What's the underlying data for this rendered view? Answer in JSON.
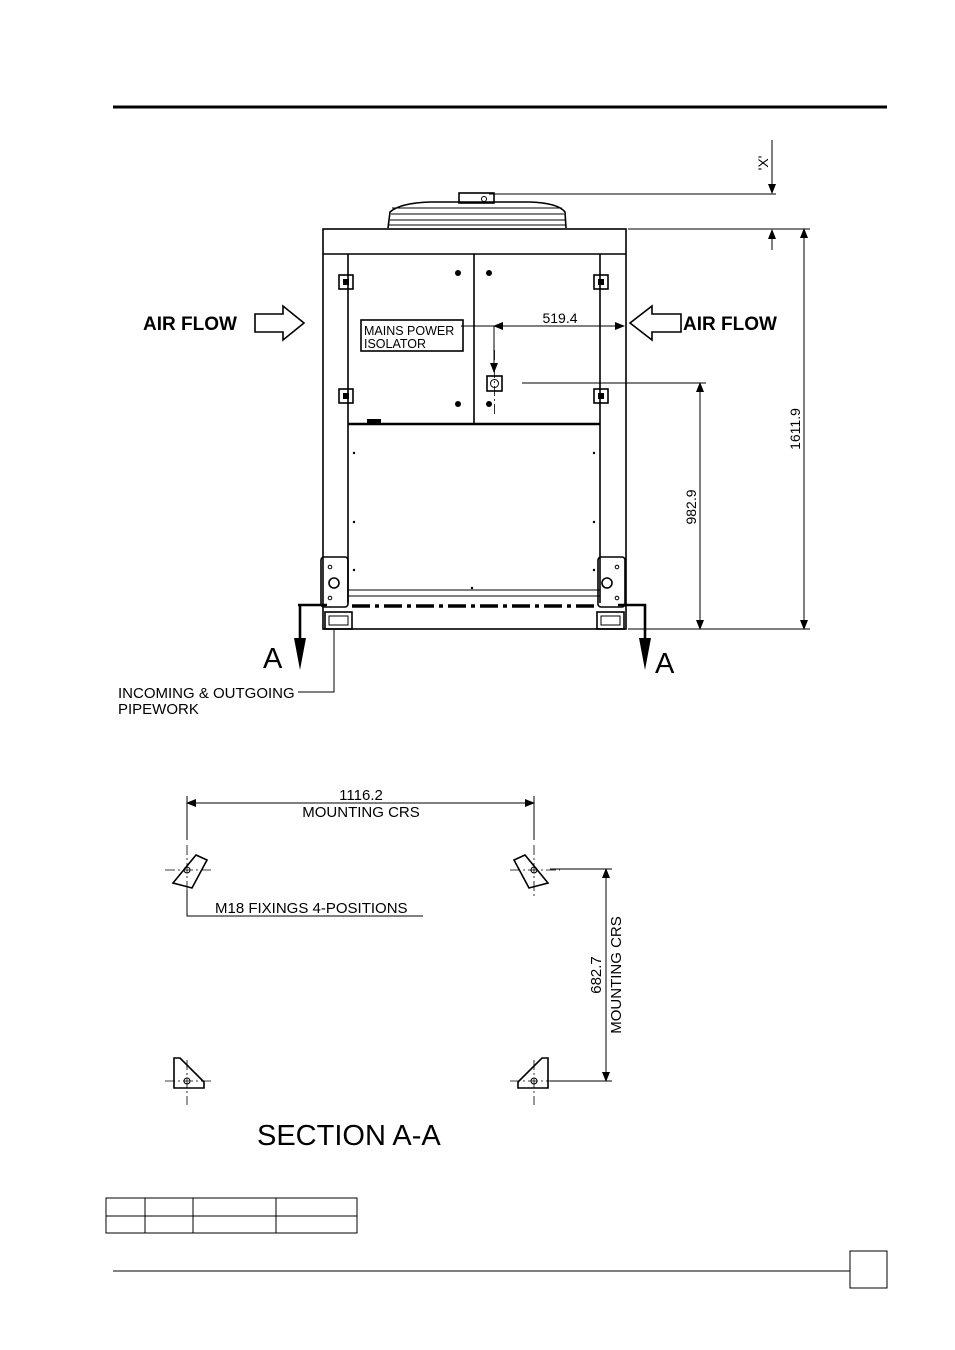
{
  "labels": {
    "dim_x": "'X'",
    "air_flow_left": "AIR FLOW",
    "air_flow_right": "AIR FLOW",
    "mains_line1": "MAINS POWER",
    "mains_line2": "ISOLATOR",
    "dim_519": "519.4",
    "dim_1611": "1611.9",
    "dim_982": "982.9",
    "section_a_left": "A",
    "section_a_right": "A",
    "pipework_line1": "INCOMING & OUTGOING",
    "pipework_line2": "PIPEWORK",
    "dim_1116": "1116.2",
    "mounting_crs_h": "MOUNTING CRS",
    "fixings": "M18 FIXINGS 4-POSITIONS",
    "dim_682": "682.7",
    "mounting_crs_v": "MOUNTING CRS",
    "section_title": "SECTION A-A"
  }
}
